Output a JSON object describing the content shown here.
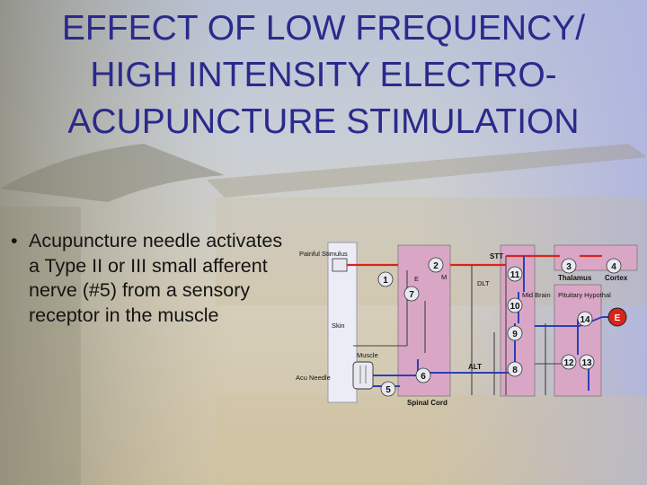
{
  "title": {
    "lines": [
      "EFFECT OF LOW FREQUENCY/",
      "HIGH INTENSITY ELECTRO-",
      "ACUPUNCTURE STIMULATION"
    ]
  },
  "bullet": {
    "symbol": "•",
    "text": "Acupuncture needle activates a Type II or III small afferent nerve (#5) from a sensory receptor in the muscle"
  },
  "diagram": {
    "labels": {
      "painful_stimulus": "Painful Stimulus",
      "skin": "Skin",
      "muscle": "Muscle",
      "acu_needle": "Acu Needle",
      "spinal_cord": "Spinal Cord",
      "stt": "STT",
      "dlt": "DLT",
      "alt": "ALT",
      "mid_brain": "Mid Brain",
      "thalamus": "Thalamus",
      "cortex": "Cortex",
      "pituitary_hypothal": "Pituitary Hypothal",
      "e": "E",
      "m": "M"
    },
    "nodes": [
      "1",
      "2",
      "3",
      "4",
      "5",
      "6",
      "7",
      "8",
      "9",
      "10",
      "11",
      "12",
      "13",
      "14"
    ],
    "output_node": "E",
    "colors": {
      "red": "#d8251c",
      "blue": "#2b3fb8",
      "gray": "#444444"
    }
  }
}
